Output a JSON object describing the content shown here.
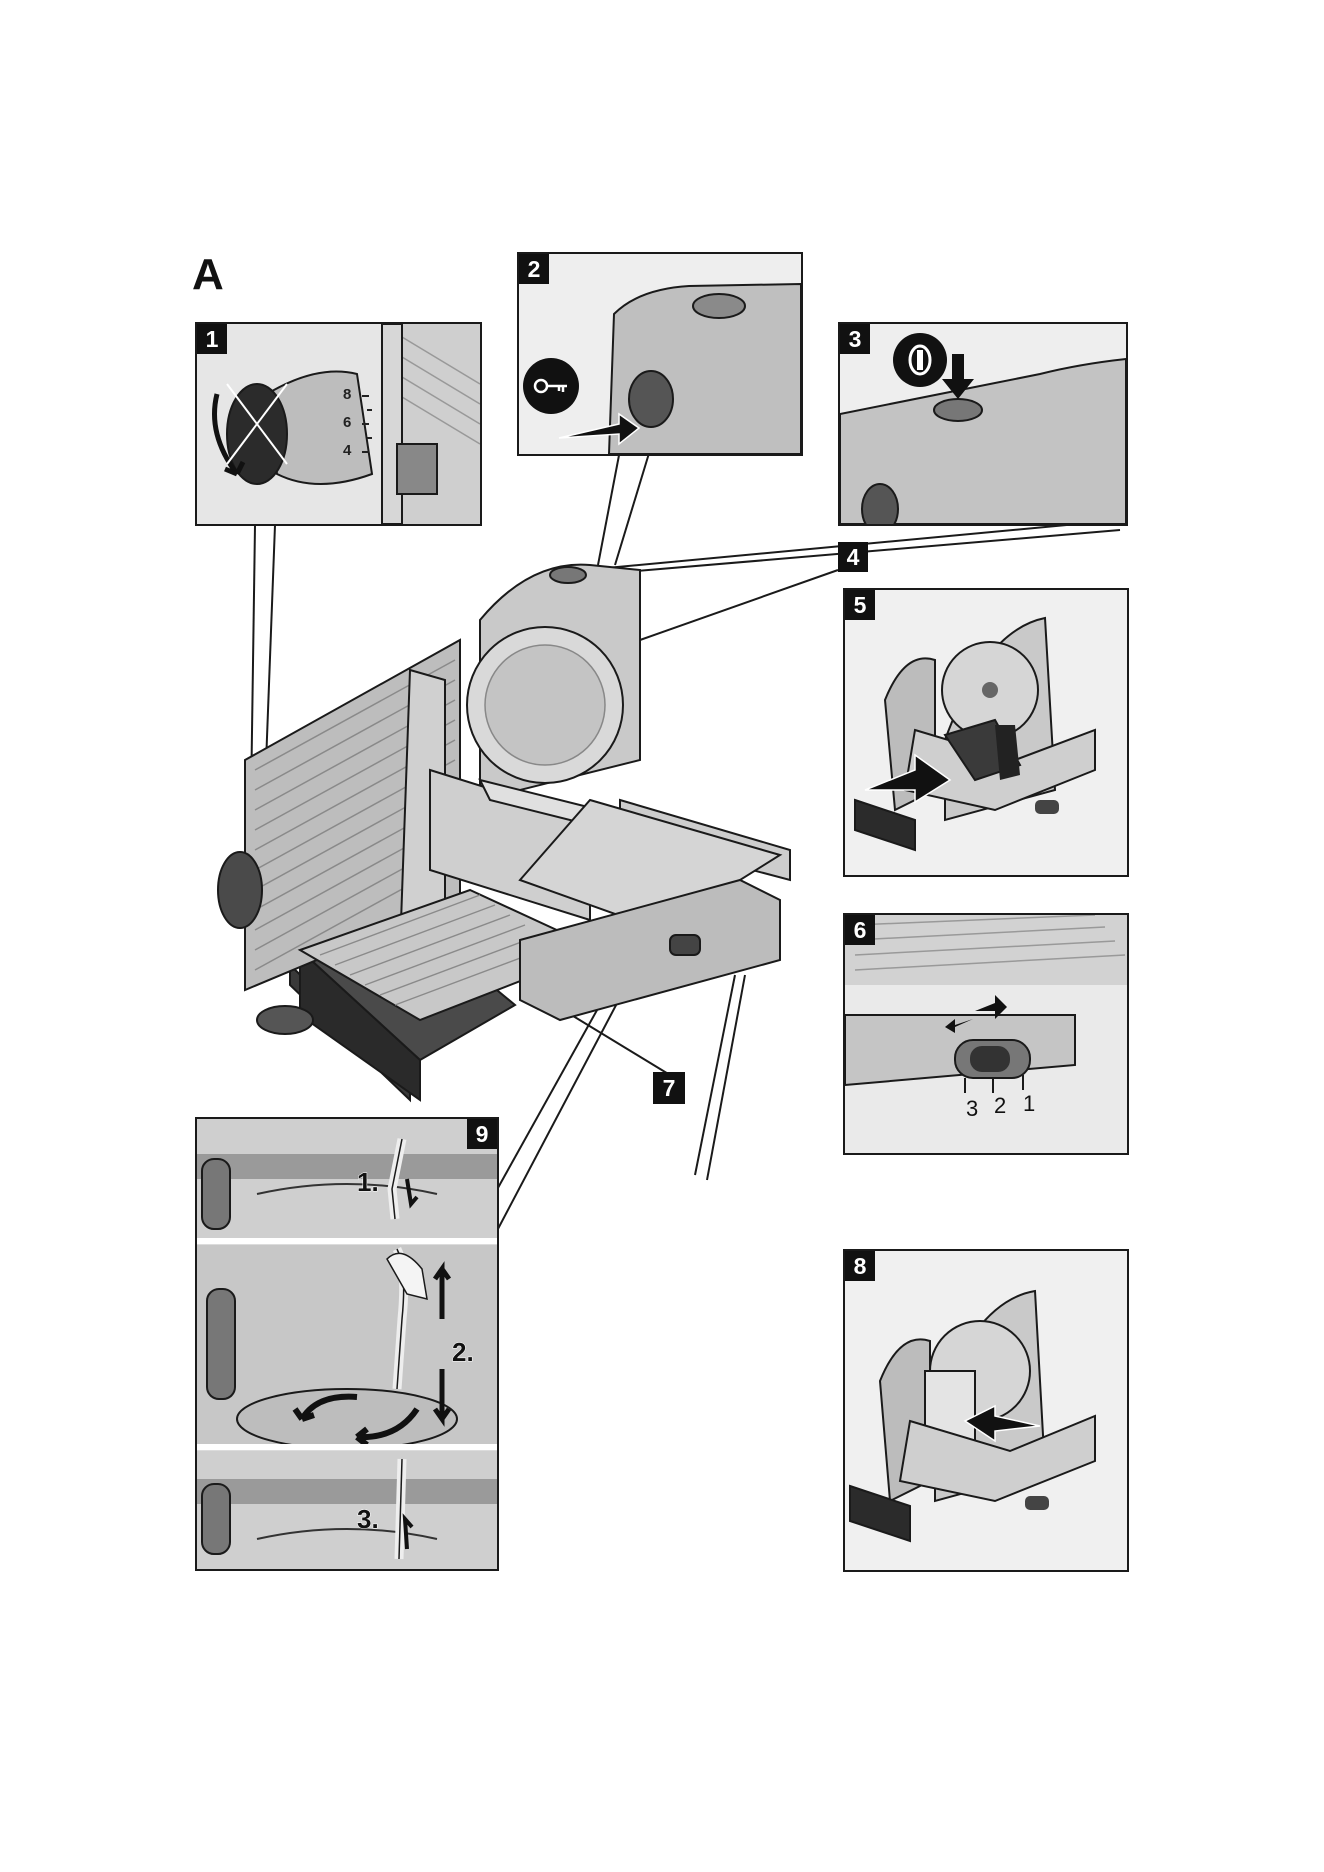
{
  "figure_letter": "A",
  "callouts": [
    "1",
    "2",
    "3",
    "4",
    "5",
    "6",
    "7",
    "8",
    "9"
  ],
  "panel1": {
    "scale_marks": [
      "8",
      "6",
      "4"
    ]
  },
  "panel6": {
    "positions": [
      "3",
      "2",
      "1"
    ]
  },
  "panel9": {
    "steps": [
      "1.",
      "2.",
      "3."
    ]
  },
  "icons": {
    "panel2": "key-icon",
    "panel3": "power-button-icon"
  },
  "colors": {
    "outline": "#1a1a1a",
    "metal": "#c8c8c8",
    "dark": "#3a3a3a",
    "badge": "#111111"
  }
}
